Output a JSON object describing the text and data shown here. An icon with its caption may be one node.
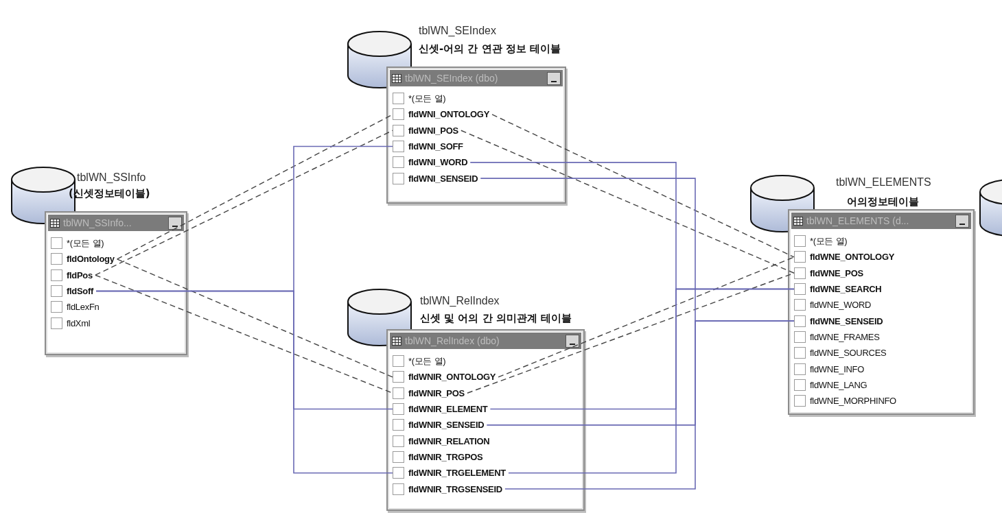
{
  "diagram": {
    "nodes": [
      {
        "text": [
          "tblWN_SSInfo..."
        ],
        "beside": [
          "tblWN_SSInfo",
          "(신셋정보테이블)"
        ]
      },
      {
        "text": [
          "*(모든 열)"
        ],
        "in": 0
      },
      {
        "text": [
          "fldOntology"
        ],
        "in": 0
      },
      {
        "text": [
          "fldPos"
        ],
        "in": 0
      },
      {
        "text": [
          "fldSoff"
        ],
        "in": 0
      },
      {
        "text": [
          "fldLexFn"
        ],
        "in": 0
      },
      {
        "text": [
          "fldXml"
        ],
        "in": 0
      },
      {
        "text": [
          "tblWN_SEIndex (dbo)"
        ],
        "beside": [
          "tblWN_SEIndex",
          "신셋-어의 간 연관 정보 테이블"
        ]
      },
      {
        "text": [
          "*(모든 열)"
        ],
        "in": 7
      },
      {
        "text": [
          "fldWNI_ONTOLOGY"
        ],
        "in": 7
      },
      {
        "text": [
          "fldWNI_POS"
        ],
        "in": 7
      },
      {
        "text": [
          "fldWNI_SOFF"
        ],
        "in": 7
      },
      {
        "text": [
          "fldWNI_WORD"
        ],
        "in": 7
      },
      {
        "text": [
          "fldWNI_SENSEID"
        ],
        "in": 7
      },
      {
        "text": [
          "tblWN_RelIndex (dbo)"
        ],
        "beside": [
          "tblWN_RelIndex",
          "신셋 및 어의 간 의미관계 테이블"
        ]
      },
      {
        "text": [
          "*(모든 열)"
        ],
        "in": 14
      },
      {
        "text": [
          "fldWNIR_ONTOLOGY"
        ],
        "in": 14
      },
      {
        "text": [
          "fldWNIR_POS"
        ],
        "in": 14
      },
      {
        "text": [
          "fldWNIR_ELEMENT"
        ],
        "in": 14
      },
      {
        "text": [
          "fldWNIR_SENSEID"
        ],
        "in": 14
      },
      {
        "text": [
          "fldWNIR_RELATION"
        ],
        "in": 14
      },
      {
        "text": [
          "fldWNIR_TRGPOS"
        ],
        "in": 14
      },
      {
        "text": [
          "fldWNIR_TRGELEMENT"
        ],
        "in": 14
      },
      {
        "text": [
          "fldWNIR_TRGSENSEID"
        ],
        "in": 14
      },
      {
        "text": [
          "tblWN_ELEMENTS (d..."
        ],
        "beside": [
          "tblWN_ELEMENTS",
          "어의정보테이블"
        ]
      },
      {
        "text": [
          "*(모든 열)"
        ],
        "in": 24
      },
      {
        "text": [
          "fldWNE_ONTOLOGY"
        ],
        "in": 24
      },
      {
        "text": [
          "fldWNE_POS"
        ],
        "in": 24
      },
      {
        "text": [
          "fldWNE_SEARCH"
        ],
        "in": 24
      },
      {
        "text": [
          "fldWNE_WORD"
        ],
        "in": 24
      },
      {
        "text": [
          "fldWNE_SENSEID"
        ],
        "in": 24
      },
      {
        "text": [
          "fldWNE_FRAMES"
        ],
        "in": 24
      },
      {
        "text": [
          "fldWNE_SOURCES"
        ],
        "in": 24
      },
      {
        "text": [
          "fldWNE_INFO"
        ],
        "in": 24
      },
      {
        "text": [
          "fldWNE_LANG"
        ],
        "in": 24
      },
      {
        "text": [
          "fldWNE_MORPHINFO"
        ],
        "in": 24
      }
    ],
    "edges": [
      {
        "from": 2,
        "to": 9,
        "arrow": "none",
        "style": "dashed",
        "color": "#444444"
      },
      {
        "from": 3,
        "to": 10,
        "arrow": "none",
        "style": "dashed",
        "color": "#444444"
      },
      {
        "from": 2,
        "to": 16,
        "arrow": "none",
        "style": "dashed",
        "color": "#444444"
      },
      {
        "from": 3,
        "to": 17,
        "arrow": "none",
        "style": "dashed",
        "color": "#444444"
      },
      {
        "from": 9,
        "to": 26,
        "arrow": "none",
        "style": "dashed",
        "color": "#444444"
      },
      {
        "from": 10,
        "to": 27,
        "arrow": "none",
        "style": "dashed",
        "color": "#444444"
      },
      {
        "from": 16,
        "to": 26,
        "arrow": "none",
        "style": "dashed",
        "color": "#444444"
      },
      {
        "from": 17,
        "to": 27,
        "arrow": "none",
        "style": "dashed",
        "color": "#444444"
      },
      {
        "from": 4,
        "to": 11,
        "arrow": "none"
      },
      {
        "from": 4,
        "to": 18,
        "arrow": "none"
      },
      {
        "from": 4,
        "to": 22,
        "arrow": "none"
      },
      {
        "from": 12,
        "to": 28,
        "arrow": "none"
      },
      {
        "from": 18,
        "to": 28,
        "arrow": "none"
      },
      {
        "from": 22,
        "to": 28,
        "arrow": "none"
      },
      {
        "from": 13,
        "to": 30,
        "arrow": "none"
      },
      {
        "from": 19,
        "to": 30,
        "arrow": "none"
      },
      {
        "from": 23,
        "to": 30,
        "arrow": "none"
      }
    ]
  }
}
